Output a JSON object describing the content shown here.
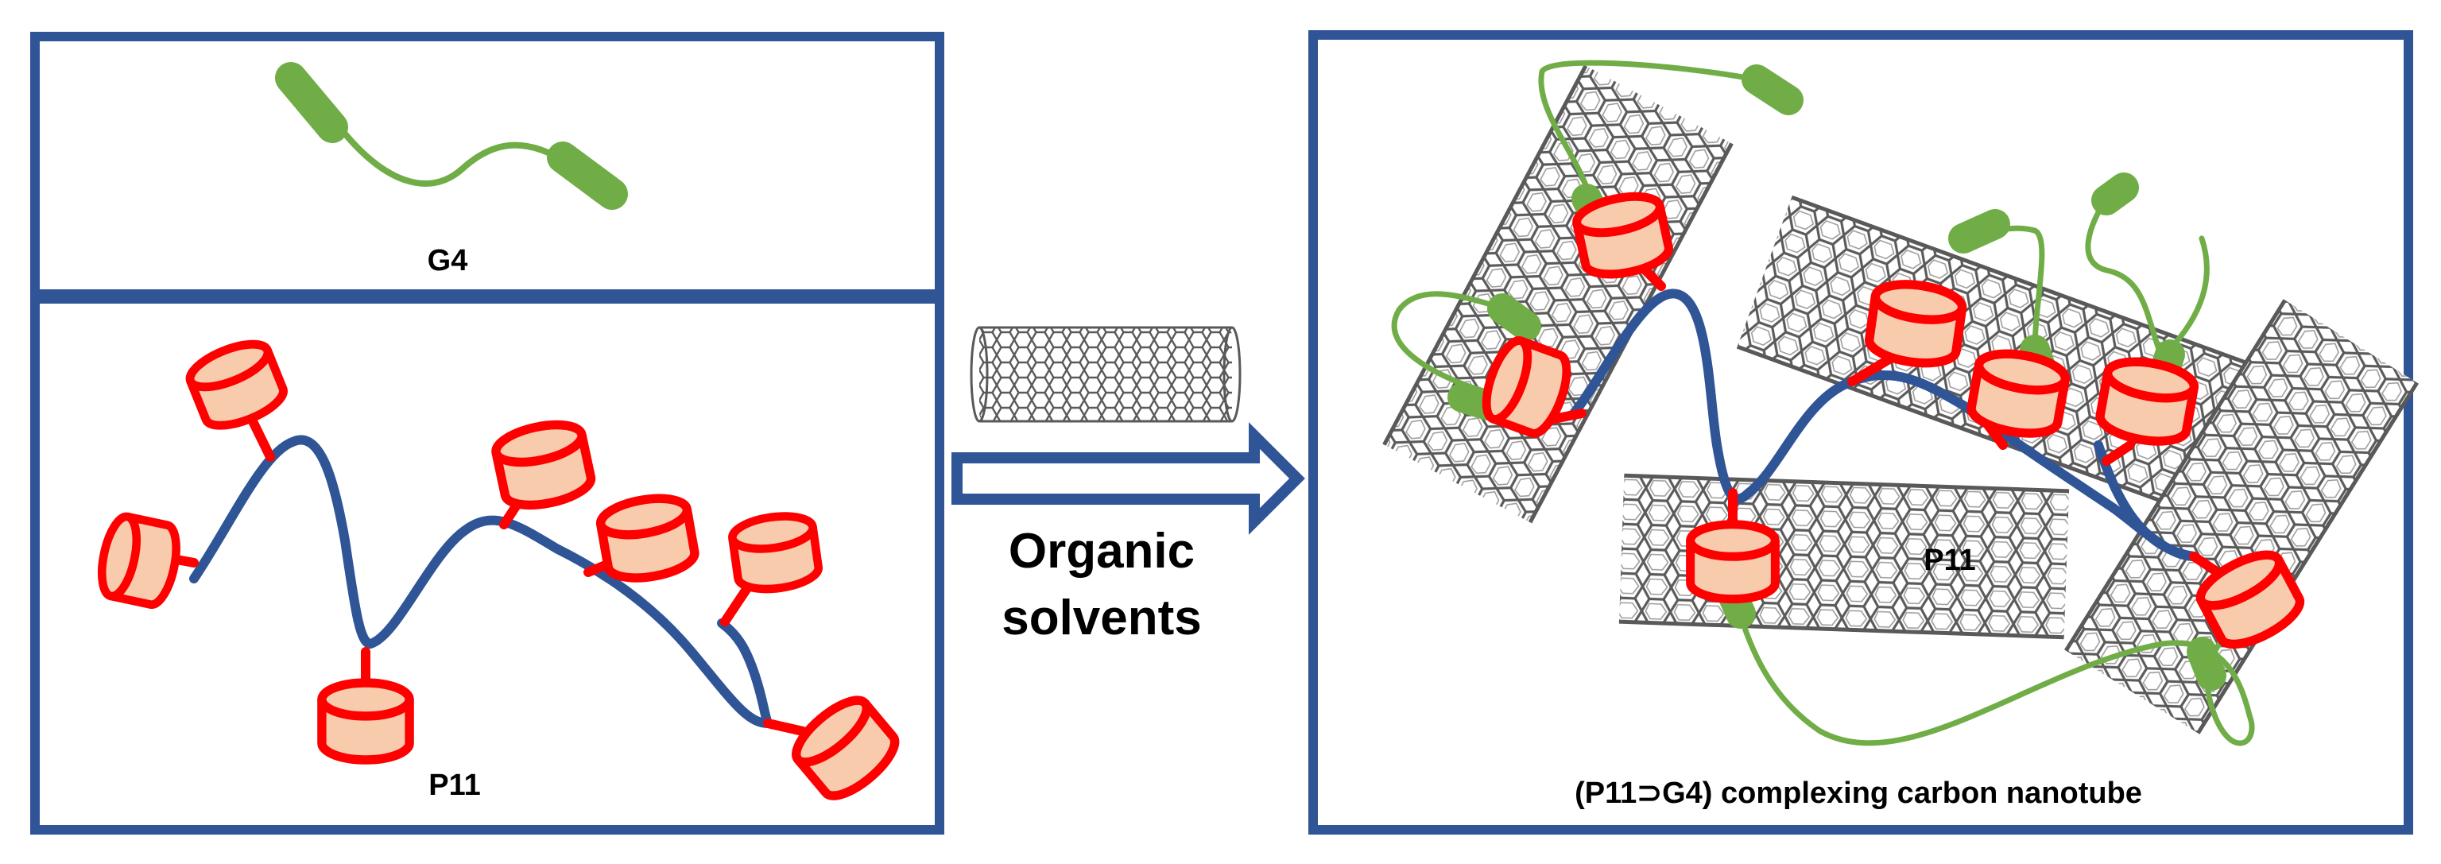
{
  "labels": {
    "g4": "G4",
    "p11": "P11",
    "solvent_line1": "Organic",
    "solvent_line2": "solvents",
    "p11_complex": "P11",
    "complex_caption": "(P11⊃G4) complexing carbon nanotube"
  },
  "colors": {
    "frame": "#2f5597",
    "polymer_backbone": "#2f5597",
    "guest": "#70ad47",
    "host_ring_fill": "#f8cbad",
    "host_ring_stroke": "#ff0000",
    "nanotube": "#595959",
    "arrow": "#2f5597"
  },
  "icons": {
    "arrow": "hollow-right-arrow-icon",
    "nanotube": "carbon-nanotube-icon",
    "host": "pillararene-ring-icon",
    "guest": "g4-guest-icon"
  }
}
